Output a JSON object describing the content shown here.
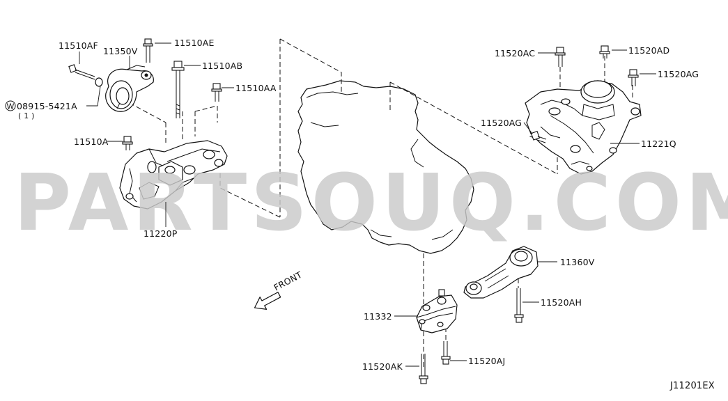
{
  "diagram_code": "J11201EX",
  "watermark": "PARTSOUQ.COM",
  "direction_label": "FRONT",
  "callouts": {
    "c11510AF": "11510AF",
    "c11350V": "11350V",
    "c11510AE": "11510AE",
    "c11510AB": "11510AB",
    "c11510AA": "11510AA",
    "c08915": "08915-5421A",
    "c08915_qty": "( 1 )",
    "washer_mark": "W",
    "c11510A": "11510A",
    "c11220P": "11220P",
    "c11520AC": "11520AC",
    "c11520AD": "11520AD",
    "c11520AG_top": "11520AG",
    "c11520AG_mid": "11520AG",
    "c11221Q": "11221Q",
    "c11360V": "11360V",
    "c11332": "11332",
    "c11520AH": "11520AH",
    "c11520AK": "11520AK",
    "c11520AJ": "11520AJ"
  },
  "colors": {
    "ink": "#111111",
    "watermark": "#c9c9c9",
    "background": "#ffffff"
  }
}
